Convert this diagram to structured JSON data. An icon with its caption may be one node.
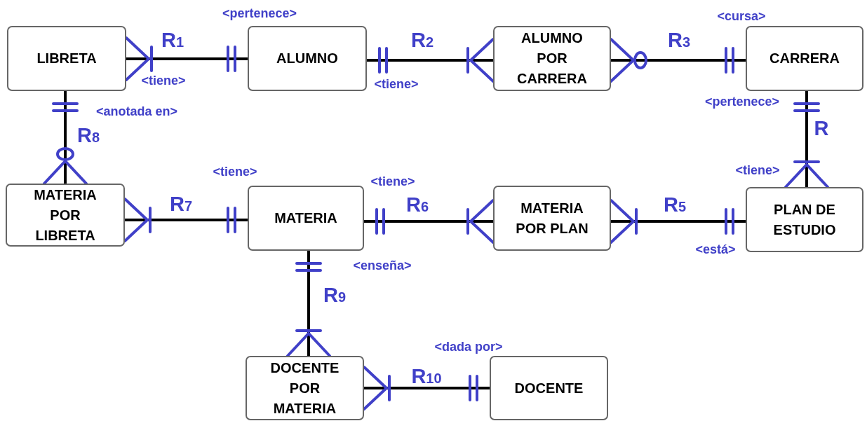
{
  "diagram": {
    "nodes": [
      {
        "text": [
          "LIBRETA"
        ]
      },
      {
        "text": [
          "ALUMNO"
        ]
      },
      {
        "text": [
          "ALUMNO POR CARRERA"
        ]
      },
      {
        "text": [
          "CARRERA"
        ]
      },
      {
        "text": [
          "MATERIA POR LIBRETA"
        ]
      },
      {
        "text": [
          "MATERIA"
        ]
      },
      {
        "text": [
          "MATERIA POR PLAN"
        ]
      },
      {
        "text": [
          "PLAN DE ESTUDIO"
        ]
      },
      {
        "text": [
          "DOCENTE POR MATERIA"
        ]
      },
      {
        "text": [
          "DOCENTE"
        ]
      }
    ],
    "edges": [
      {
        "from": 0,
        "to": 1,
        "arrow": "other",
        "label": "R$_{1}$"
      },
      {
        "from": 1,
        "to": 2,
        "arrow": "other",
        "label": "R$_{2}$"
      },
      {
        "from": 2,
        "to": 3,
        "arrow": "other",
        "label": "R$_{3}$"
      },
      {
        "from": 3,
        "to": 7,
        "arrow": "other",
        "label": "R"
      },
      {
        "from": 6,
        "to": 7,
        "arrow": "other",
        "label": "R$_{5}$"
      },
      {
        "from": 5,
        "to": 6,
        "arrow": "other",
        "label": "R$_{6}$"
      },
      {
        "from": 4,
        "to": 5,
        "arrow": "other",
        "label": "R$_{7}$"
      },
      {
        "from": 0,
        "to": 4,
        "arrow": "other",
        "label": "R$_{8}$"
      },
      {
        "from": 5,
        "to": 8,
        "arrow": "other",
        "label": "R$_{9}$"
      },
      {
        "from": 8,
        "to": 9,
        "arrow": "other",
        "label": "R$_{10}$"
      }
    ],
    "labels": [
      "<pertenece>",
      "<cursa>",
      "<tiene>",
      "<tiene>",
      "<pertenece>",
      "<anotada en>",
      "<tiene>",
      "<tiene>",
      "<tiene>",
      "<está>",
      "<enseña>",
      "<dada por>"
    ]
  }
}
